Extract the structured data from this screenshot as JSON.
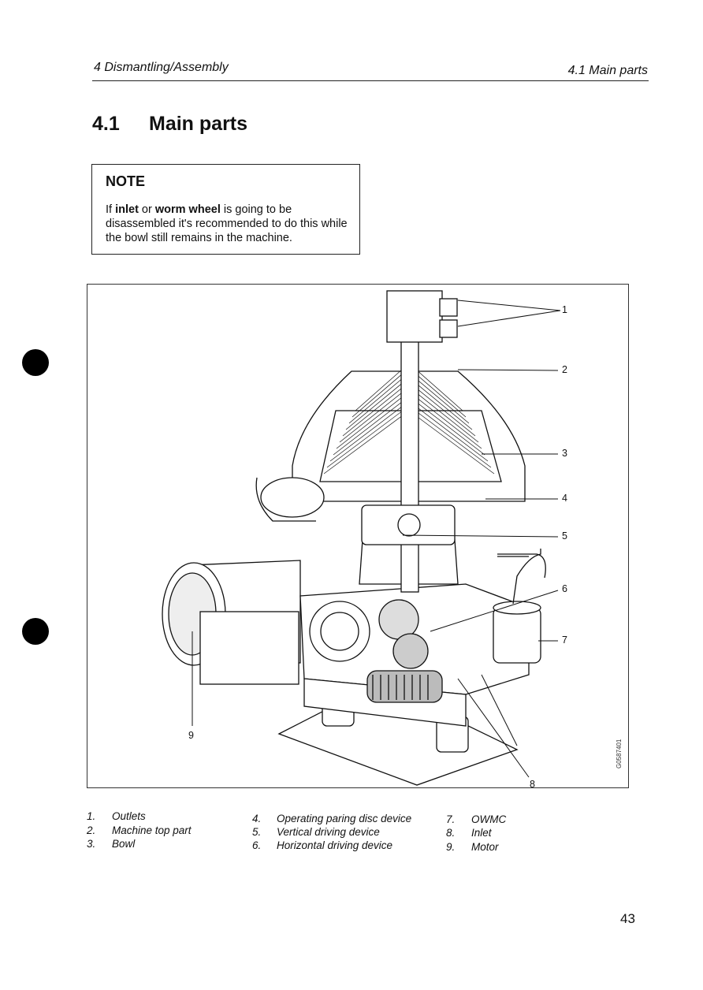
{
  "header": {
    "chapter": "4  Dismantling/Assembly",
    "section": "4.1  Main parts"
  },
  "heading": {
    "number": "4.1",
    "title": "Main parts"
  },
  "note": {
    "title": "NOTE",
    "text_1": "If ",
    "bold_1": "inlet",
    "text_2": " or ",
    "bold_2": "worm wheel",
    "text_3": " is going to be disassembled it's recommended to do this while the bowl still remains in the machine."
  },
  "figure": {
    "callouts": [
      "1",
      "2",
      "3",
      "4",
      "5",
      "6",
      "7",
      "8",
      "9"
    ],
    "code": "G0587401"
  },
  "legend": [
    {
      "num": "1.",
      "label": "Outlets"
    },
    {
      "num": "2.",
      "label": "Machine top part"
    },
    {
      "num": "3.",
      "label": "Bowl"
    },
    {
      "num": "4.",
      "label": "Operating paring disc device"
    },
    {
      "num": "5.",
      "label": "Vertical driving device"
    },
    {
      "num": "6.",
      "label": "Horizontal driving device"
    },
    {
      "num": "7.",
      "label": "OWMC"
    },
    {
      "num": "8.",
      "label": "Inlet"
    },
    {
      "num": "9.",
      "label": "Motor"
    }
  ],
  "page_number": "43",
  "colors": {
    "ink": "#111111",
    "line": "#222222",
    "paper": "#ffffff"
  }
}
